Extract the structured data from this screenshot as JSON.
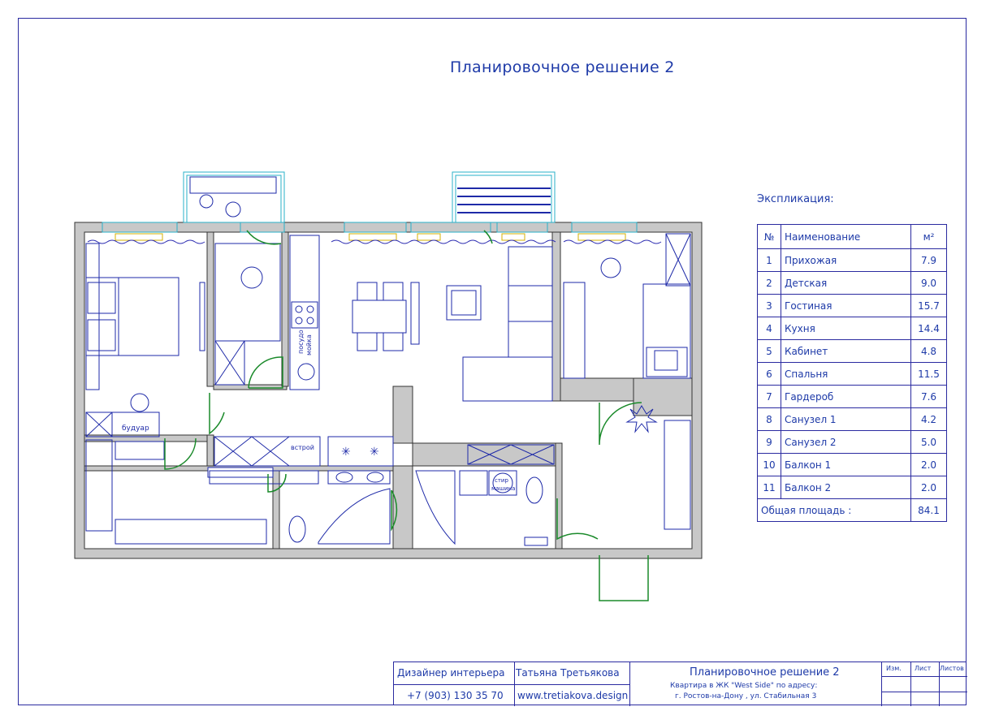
{
  "title": "Планировочное решение 2",
  "explication": {
    "title": "Экспликация:",
    "headers": {
      "num": "№",
      "name": "Наименование",
      "area": "м²"
    },
    "rows": [
      {
        "num": "1",
        "name": "Прихожая",
        "area": "7.9"
      },
      {
        "num": "2",
        "name": "Детская",
        "area": "9.0"
      },
      {
        "num": "3",
        "name": "Гостиная",
        "area": "15.7"
      },
      {
        "num": "4",
        "name": "Кухня",
        "area": "14.4"
      },
      {
        "num": "5",
        "name": "Кабинет",
        "area": "4.8"
      },
      {
        "num": "6",
        "name": "Спальня",
        "area": "11.5"
      },
      {
        "num": "7",
        "name": "Гардероб",
        "area": "7.6"
      },
      {
        "num": "8",
        "name": "Санузел 1",
        "area": "4.2"
      },
      {
        "num": "9",
        "name": "Санузел 2",
        "area": "5.0"
      },
      {
        "num": "10",
        "name": "Балкон 1",
        "area": "2.0"
      },
      {
        "num": "11",
        "name": "Балкон 2",
        "area": "2.0"
      }
    ],
    "total_label": "Общая площадь :",
    "total_area": "84.1"
  },
  "plan_labels": {
    "boudoir": "будуар",
    "built_in": "встрой",
    "dishwasher_1": "посудо",
    "dishwasher_2": "мойка",
    "washer_1": "стир",
    "washer_2": "машина"
  },
  "stamp": {
    "designer_label": "Дизайнер интерьера",
    "designer_name": "Татьяна Третьякова",
    "phone": "+7 (903) 130 35 70",
    "website": "www.tretiakova.design",
    "project_title": "Планировочное решение 2",
    "project_desc_1": "Квартира в ЖК \"West Side\" по адресу:",
    "project_desc_2": "г. Ростов-на-Дону , ул. Стабильная 3",
    "col_izm": "Изм.",
    "col_list": "Лист",
    "col_listov": "Листов"
  },
  "colors": {
    "line": "#1e2aa8",
    "wall": "#c8c8c8",
    "door": "#1a8a2a",
    "window": "#2ab0c8",
    "radiator": "#d4b000"
  }
}
